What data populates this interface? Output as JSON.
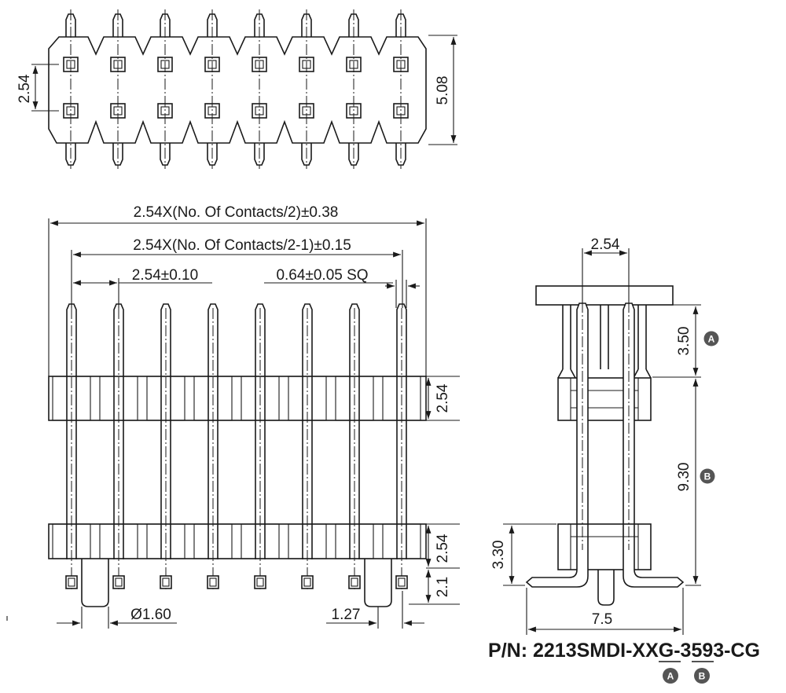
{
  "top_view": {
    "dim_pitch": "2.54",
    "dim_width": "5.08"
  },
  "front_view": {
    "dim_overall": "2.54X(No. Of Contacts/2)±0.38",
    "dim_pitch_span": "2.54X(No. Of Contacts/2-1)±0.15",
    "dim_pitch": "2.54±0.10",
    "dim_pin_sq": "0.64±0.05 SQ",
    "dim_upper_body": "2.54",
    "dim_lower_body": "2.54",
    "dim_tail": "2.1",
    "dim_post_dia": "Ø1.60",
    "dim_offset": "1.27"
  },
  "side_view": {
    "dim_pitch": "2.54",
    "dim_a": "3.50",
    "dim_b": "9.30",
    "dim_lower": "3.30",
    "dim_span": "7.5",
    "badge_a": "A",
    "badge_b": "B"
  },
  "part_number": {
    "prefix": "P/N: 2213SMDI-XXG-",
    "code_a": "35",
    "code_b": "93",
    "suffix": "-CG",
    "badge_a": "A",
    "badge_b": "B"
  },
  "colors": {
    "line": "#1a1a1a",
    "badge": "#555555"
  }
}
